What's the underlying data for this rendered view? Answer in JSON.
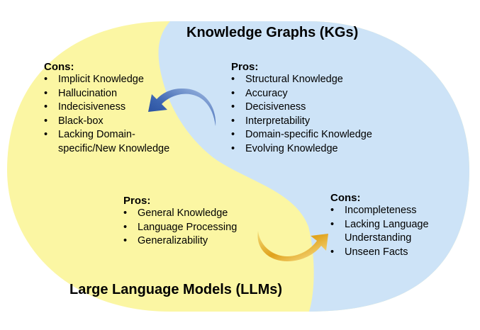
{
  "kg": {
    "title": "Knowledge Graphs (KGs)",
    "pros": {
      "heading": "Pros:",
      "items": [
        "Structural Knowledge",
        "Accuracy",
        "Decisiveness",
        "Interpretability",
        "Domain-specific Knowledge",
        "Evolving Knowledge"
      ]
    },
    "cons": {
      "heading": "Cons:",
      "items": [
        "Incompleteness",
        "Lacking Language",
        "Understanding",
        "Unseen Facts"
      ]
    }
  },
  "llm": {
    "title": "Large Language Models (LLMs)",
    "pros": {
      "heading": "Pros:",
      "items": [
        "General Knowledge",
        "Language Processing",
        "Generalizability"
      ]
    },
    "cons": {
      "heading": "Cons:",
      "items": [
        "Implicit Knowledge",
        "Hallucination",
        "Indecisiveness",
        "Black-box",
        "Lacking Domain-",
        "specific/New Knowledge"
      ]
    }
  },
  "colors": {
    "llm_region": "#fbf6a3",
    "kg_region": "#cde3f7",
    "arrow_blue": "#2f59a8",
    "arrow_gold": "#e2a41c"
  }
}
